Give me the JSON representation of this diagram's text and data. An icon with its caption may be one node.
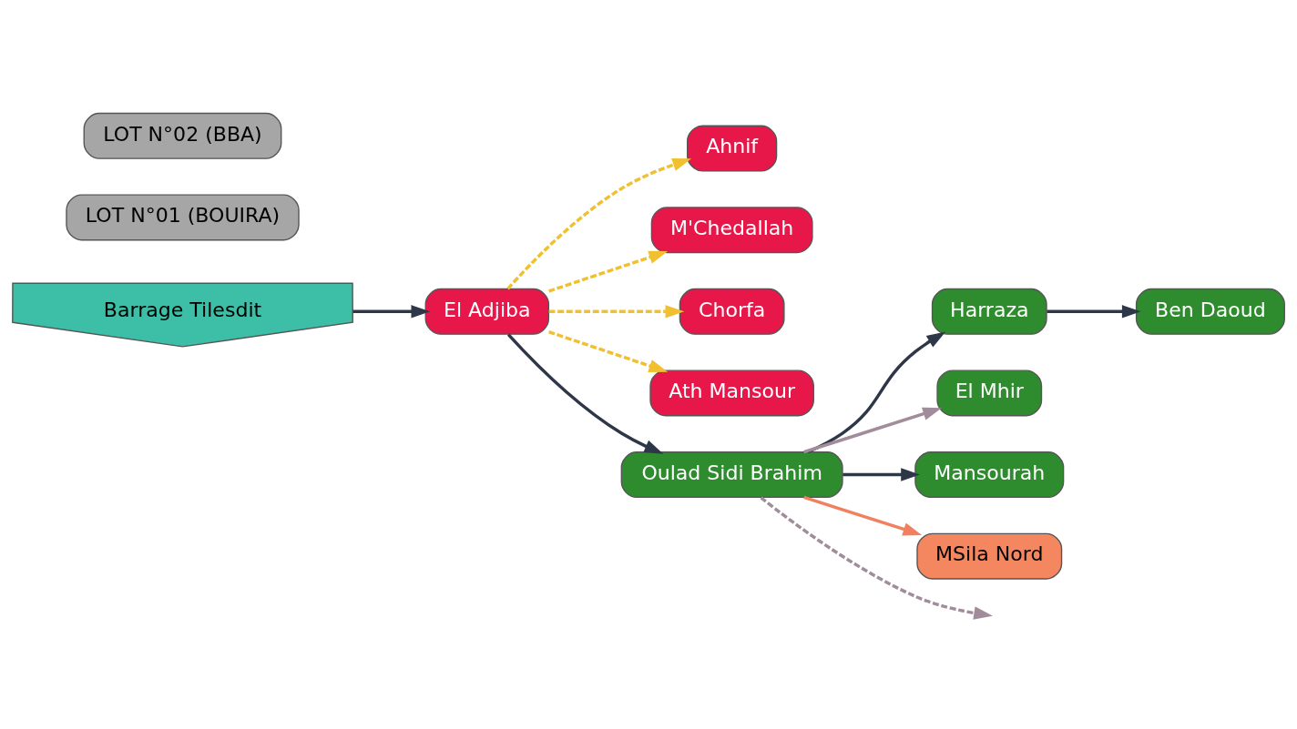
{
  "diagram": {
    "nodes": [
      {
        "text": [
          "Barrage Tilesdit"
        ]
      },
      {
        "text": [
          "El Adjiba"
        ]
      },
      {
        "text": [
          "Ahnif"
        ]
      },
      {
        "text": [
          "M'Chedallah"
        ]
      },
      {
        "text": [
          "Chorfa"
        ]
      },
      {
        "text": [
          "Ath Mansour"
        ]
      },
      {
        "text": [
          "LOT N°01 (BOUIRA)"
        ]
      },
      {
        "text": [
          "Oulad Sidi Brahim"
        ]
      },
      {
        "text": [
          "Harraza"
        ]
      },
      {
        "text": [
          "Ben Daoud"
        ]
      },
      {
        "text": [
          "El Mhir"
        ]
      },
      {
        "text": [
          "Mansourah"
        ]
      },
      {
        "text": [
          "MSila Nord"
        ]
      },
      {
        "text": [
          "LOT N°02 (BBA)"
        ]
      }
    ],
    "edges": [
      {
        "from": 0,
        "to": 1,
        "arrow": "to"
      },
      {
        "from": 1,
        "to": 2,
        "arrow": "to",
        "style": "dashed",
        "color": "#f0c030"
      },
      {
        "from": 1,
        "to": 3,
        "arrow": "to",
        "style": "dashed",
        "color": "#f0c030"
      },
      {
        "from": 1,
        "to": 4,
        "arrow": "to",
        "style": "dashed",
        "color": "#f0c030"
      },
      {
        "from": 1,
        "to": 5,
        "arrow": "to",
        "style": "dashed",
        "color": "#f0c030"
      },
      {
        "from": 1,
        "to": 7,
        "arrow": "to"
      },
      {
        "from": 7,
        "to": 11,
        "arrow": "to"
      },
      {
        "from": 7,
        "to": 10,
        "arrow": "to",
        "color": "#a08c9a"
      },
      {
        "from": 7,
        "to": 12,
        "arrow": "to",
        "color": "#f08060"
      },
      {
        "from": 7,
        "to": 8,
        "arrow": "to"
      },
      {
        "from": 7,
        "to": null,
        "arrow": "to",
        "style": "dashed",
        "color": "#a08c9a"
      },
      {
        "from": 8,
        "to": 9,
        "arrow": "to"
      }
    ]
  }
}
